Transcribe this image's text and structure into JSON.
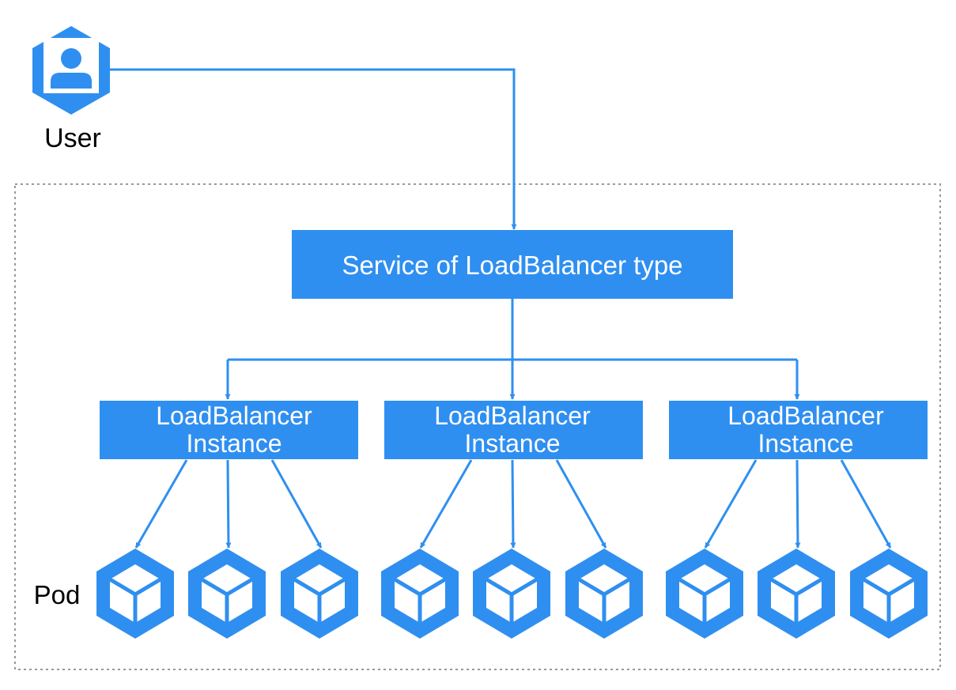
{
  "colors": {
    "accent": "#2f8ff0",
    "text_on_accent": "#ffffff",
    "text": "#000000",
    "boundary": "#999999"
  },
  "user": {
    "label": "User",
    "icon": "user-icon"
  },
  "service": {
    "label": "Service of LoadBalancer type"
  },
  "instances": [
    {
      "line1": "LoadBalancer",
      "line2": "Instance"
    },
    {
      "line1": "LoadBalancer",
      "line2": "Instance"
    },
    {
      "line1": "LoadBalancer",
      "line2": "Instance"
    }
  ],
  "pods": {
    "label": "Pod",
    "icon": "pod-cube-icon",
    "per_instance": 3
  }
}
